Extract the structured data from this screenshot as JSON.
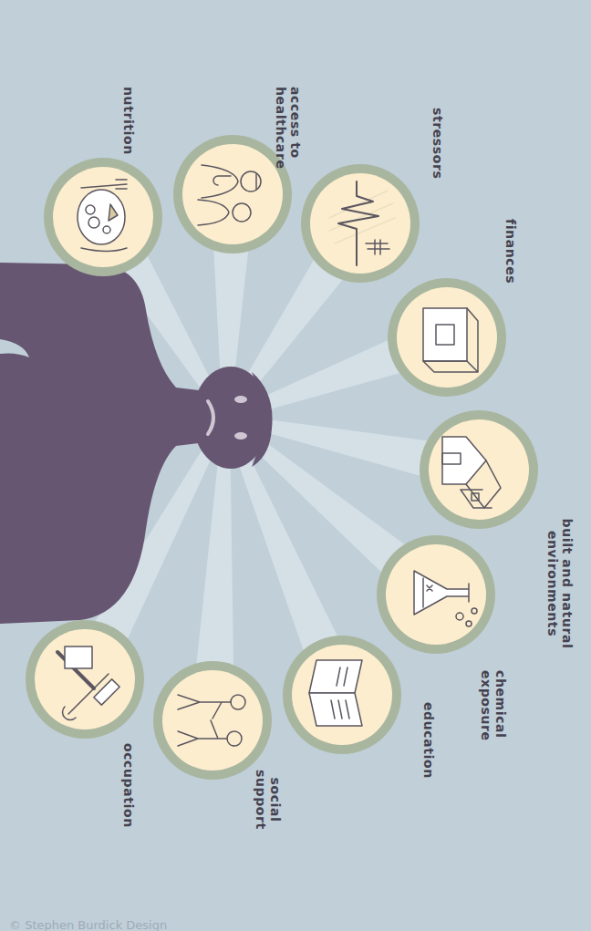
{
  "diagram": {
    "nodes": [
      {
        "text": [
          "nutrition"
        ]
      },
      {
        "text": [
          "access to healthcare"
        ]
      },
      {
        "text": [
          "stressors"
        ]
      },
      {
        "text": [
          "finances"
        ]
      },
      {
        "text": [
          "built and natural environments"
        ]
      },
      {
        "text": [
          "chemical exposure"
        ]
      },
      {
        "text": [
          "education"
        ]
      },
      {
        "text": [
          "social support"
        ]
      },
      {
        "text": [
          "occupation"
        ]
      }
    ],
    "labels": [
      "© Stephen Burdick Design"
    ]
  }
}
